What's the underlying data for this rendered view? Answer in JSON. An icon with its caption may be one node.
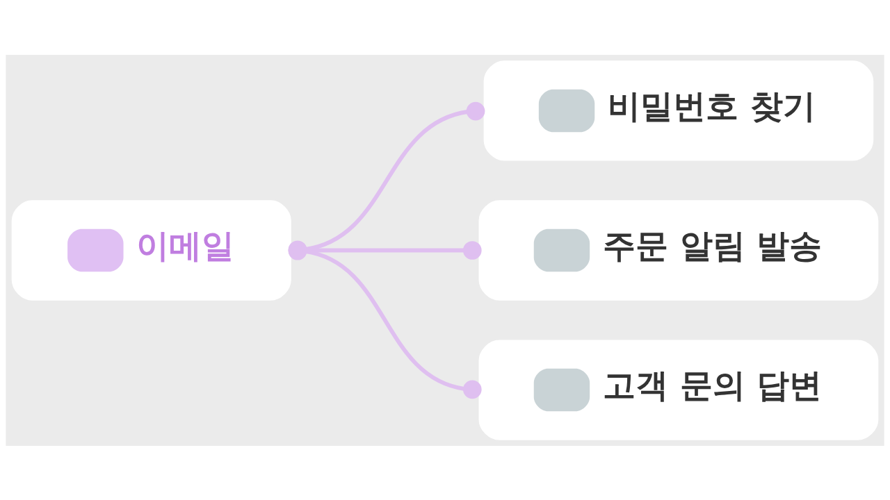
{
  "diagram": {
    "nodes": [
      {
        "text": [
          "이메일"
        ]
      },
      {
        "text": [
          "비밀번호 찾기"
        ]
      },
      {
        "text": [
          "주문 알림 발송"
        ]
      },
      {
        "text": [
          "고객 문의 답변"
        ]
      }
    ],
    "edges": [
      {
        "from": 0,
        "to": 1,
        "arrow": "other"
      },
      {
        "from": 0,
        "to": 2,
        "arrow": "other"
      },
      {
        "from": 0,
        "to": 3,
        "arrow": "other"
      }
    ]
  }
}
